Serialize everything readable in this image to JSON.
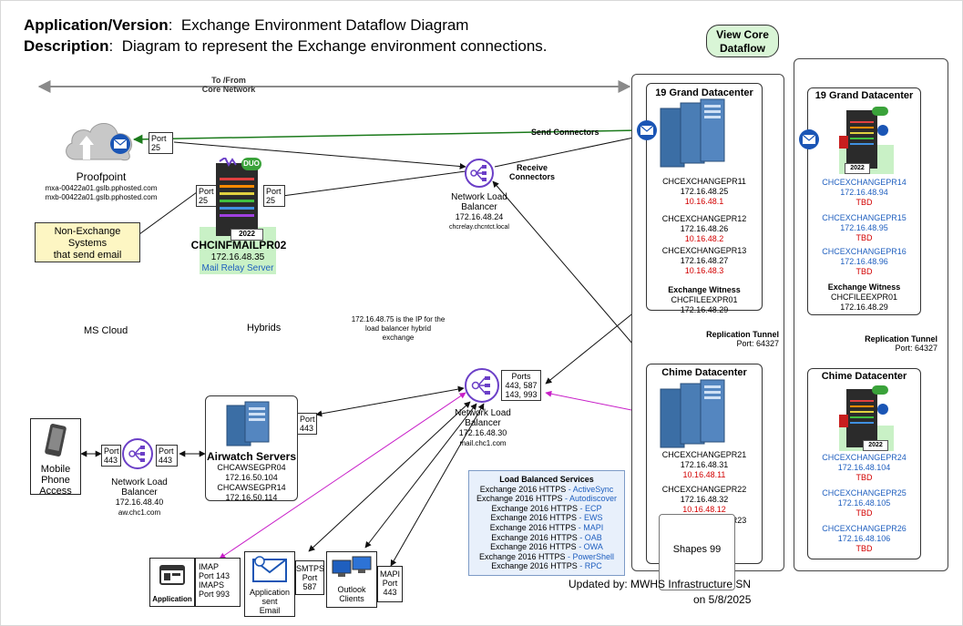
{
  "header": {
    "app_label": "Application/Version",
    "app_value": "Exchange Environment Dataflow Diagram",
    "desc_label": "Description",
    "desc_value": "Diagram to represent the Exchange environment  connections."
  },
  "view_core_button": {
    "line1": "View Core",
    "line2": "Dataflow"
  },
  "core_network": {
    "line1": "To /From",
    "line2": "Core Network"
  },
  "proofpoint": {
    "name": "Proofpoint",
    "host1": "mxa-00422a01.gslb.pphosted.com",
    "host2": "mxb-00422a01.gslb.pphosted.com",
    "port": "Port",
    "port_num": "25"
  },
  "non_exchange": {
    "line1": "Non-Exchange",
    "line2": "Systems",
    "line3": "that send email"
  },
  "mail_relay": {
    "port_in": "Port",
    "port_in_num": "25",
    "port_out": "Port",
    "port_out_num": "25",
    "name": "CHCINFMAILPR02",
    "ip": "172.16.48.35",
    "role": "Mail Relay Server",
    "badge_year": "2022",
    "badge_duo": "DUO"
  },
  "nlb_top": {
    "line1": "Network Load",
    "line2": "Balancer",
    "ip": "172.16.48.24",
    "host": "chcrelay.chcntct.local"
  },
  "send_connectors": "Send Connectors",
  "receive_connectors": {
    "line1": "Receive",
    "line2": "Connectors"
  },
  "ms_cloud": "MS Cloud",
  "hybrids": "Hybrids",
  "hybrid_note": {
    "line1": "172.16.48.75 is the IP for the",
    "line2": "load balancer hybrid",
    "line3": "exchange"
  },
  "nlb_mid": {
    "port": "Ports",
    "port_line1": "443, 587",
    "port_line2": "143, 993",
    "line1": "Network Load",
    "line2": "Balancer",
    "ip": "172.16.48.30",
    "host": "mail.chc1.com"
  },
  "mobile": {
    "line1": "Mobile",
    "line2": "Phone",
    "line3": "Access",
    "port_l": "Port",
    "port_l_num": "443",
    "port_r": "Port",
    "port_r_num": "443"
  },
  "nlb_aw": {
    "line1": "Network Load",
    "line2": "Balancer",
    "ip": "172.16.48.40",
    "host": "aw.chc1.com"
  },
  "airwatch": {
    "port": "Port",
    "port_num": "443",
    "title": "Airwatch Servers",
    "s1": "CHCAWSEGPR04",
    "ip1": "172.16.50.104",
    "s2": "CHCAWSEGPR14",
    "ip2": "172.16.50.114"
  },
  "dc1": {
    "title": "19 Grand Datacenter",
    "servers": [
      {
        "name": "CHCEXCHANGEPR11",
        "ip": "172.16.48.25",
        "alt": "10.16.48.1"
      },
      {
        "name": "CHCEXCHANGEPR12",
        "ip": "172.16.48.26",
        "alt": "10.16.48.2"
      },
      {
        "name": "CHCEXCHANGEPR13",
        "ip": "172.16.48.27",
        "alt": "10.16.48.3"
      }
    ],
    "witness_title": "Exchange Witness",
    "witness_name": "CHCFILEEXPR01",
    "witness_ip": "172.16.48.29"
  },
  "replication1": {
    "line1": "Replication Tunnel",
    "line2": "Port: 64327"
  },
  "dc2": {
    "title": "Chime Datacenter",
    "servers": [
      {
        "name": "CHCEXCHANGEPR21",
        "ip": "172.16.48.31",
        "alt": "10.16.48.11"
      },
      {
        "name": "CHCEXCHANGEPR22",
        "ip": "172.16.48.32",
        "alt": "10.16.48.12"
      },
      {
        "name": "CHCEXCHANGEPR23",
        "ip": "",
        "alt": ""
      }
    ]
  },
  "shapes99": "Shapes 99",
  "lb_services": {
    "title": "Load Balanced Services",
    "items": [
      {
        "pre": "Exchange 2016 HTTPS",
        "post": " - ActiveSync"
      },
      {
        "pre": "Exchange 2016 HTTPS",
        "post": " - Autodiscover"
      },
      {
        "pre": "Exchange 2016 HTTPS",
        "post": " - ECP"
      },
      {
        "pre": "Exchange 2016 HTTPS",
        "post": " - EWS"
      },
      {
        "pre": "Exchange 2016 HTTPS",
        "post": " - MAPI"
      },
      {
        "pre": "Exchange 2016 HTTPS",
        "post": " - OAB"
      },
      {
        "pre": "Exchange 2016 HTTPS",
        "post": " - OWA"
      },
      {
        "pre": "Exchange 2016 HTTPS",
        "post": " - PowerShell"
      },
      {
        "pre": "Exchange 2016 HTTPS",
        "post": " - RPC"
      }
    ]
  },
  "clients": {
    "application": "Application",
    "imap": "IMAP",
    "imap_port": "Port 143",
    "imaps": "IMAPS",
    "imaps_port": "Port 993",
    "app_email_1": "Application",
    "app_email_2": "sent",
    "app_email_3": "Email",
    "smtps": "SMTPS",
    "smtps_port": "Port",
    "smtps_num": "587",
    "outlook_1": "Outlook",
    "outlook_2": "Clients",
    "mapi": "MAPI",
    "mapi_port": "Port",
    "mapi_num": "443"
  },
  "updated": {
    "line1": "Updated by:  MWHS Infrastructure SN",
    "line2": "on 5/8/2025"
  },
  "dc3": {
    "title": "19 Grand Datacenter",
    "servers": [
      {
        "name": "CHCEXCHANGEPR14",
        "ip": "172.16.48.94",
        "alt": "TBD"
      },
      {
        "name": "CHCEXCHANGEPR15",
        "ip": "172.16.48.95",
        "alt": "TBD"
      },
      {
        "name": "CHCEXCHANGEPR16",
        "ip": "172.16.48.96",
        "alt": "TBD"
      }
    ],
    "witness_title": "Exchange Witness",
    "witness_name": "CHCFILEEXPR01",
    "witness_ip": "172.16.48.29",
    "badge_year": "2022"
  },
  "replication2": {
    "line1": "Replication Tunnel",
    "line2": "Port: 64327"
  },
  "dc4": {
    "title": "Chime Datacenter",
    "servers": [
      {
        "name": "CHCEXCHANGEPR24",
        "ip": "172.16.48.104",
        "alt": "TBD"
      },
      {
        "name": "CHCEXCHANGEPR25",
        "ip": "172.16.48.105",
        "alt": "TBD"
      },
      {
        "name": "CHCEXCHANGEPR26",
        "ip": "172.16.48.106",
        "alt": "TBD"
      }
    ],
    "badge_year": "2022"
  },
  "colors": {
    "accent_purple": "#6b3fc7",
    "arrow_green": "#1b7a1b",
    "arrow_magenta": "#c81ec8",
    "arrow_red": "#d20000",
    "server_blue": "#3b6ea5",
    "label_blue": "#1f5fbf"
  }
}
